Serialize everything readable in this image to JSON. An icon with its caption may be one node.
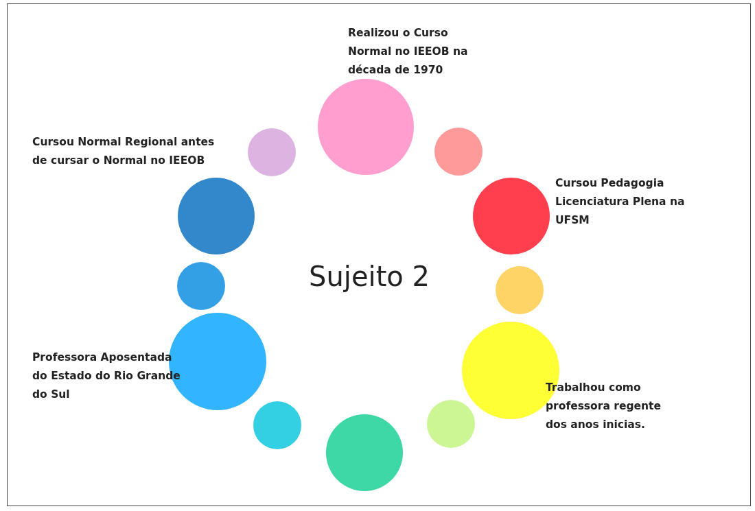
{
  "diagram": {
    "title": "Sujeito 2",
    "nodes": [
      {
        "text": [],
        "shape": "circle",
        "beside": [
          "Realizou o Curso Normal no IEEOB na década de 1970"
        ]
      },
      {
        "text": [],
        "shape": "circle"
      },
      {
        "text": [],
        "shape": "circle",
        "beside": [
          "Cursou Pedagogia Licenciatura Plena na UFSM"
        ]
      },
      {
        "text": [],
        "shape": "circle"
      },
      {
        "text": [],
        "shape": "circle",
        "beside": [
          "Trabalhou como professora regente dos anos inicias."
        ]
      },
      {
        "text": [],
        "shape": "circle"
      },
      {
        "text": [],
        "shape": "circle"
      },
      {
        "text": [],
        "shape": "circle"
      },
      {
        "text": [],
        "shape": "circle",
        "beside": [
          "Professora Aposentada do Estado do Rio Grande do Sul"
        ]
      },
      {
        "text": [],
        "shape": "circle"
      },
      {
        "text": [],
        "shape": "circle",
        "beside": [
          "Cursou Normal Regional antes de cursar o Normal no IEEOB"
        ]
      },
      {
        "text": [],
        "shape": "circle"
      }
    ],
    "edges": []
  }
}
